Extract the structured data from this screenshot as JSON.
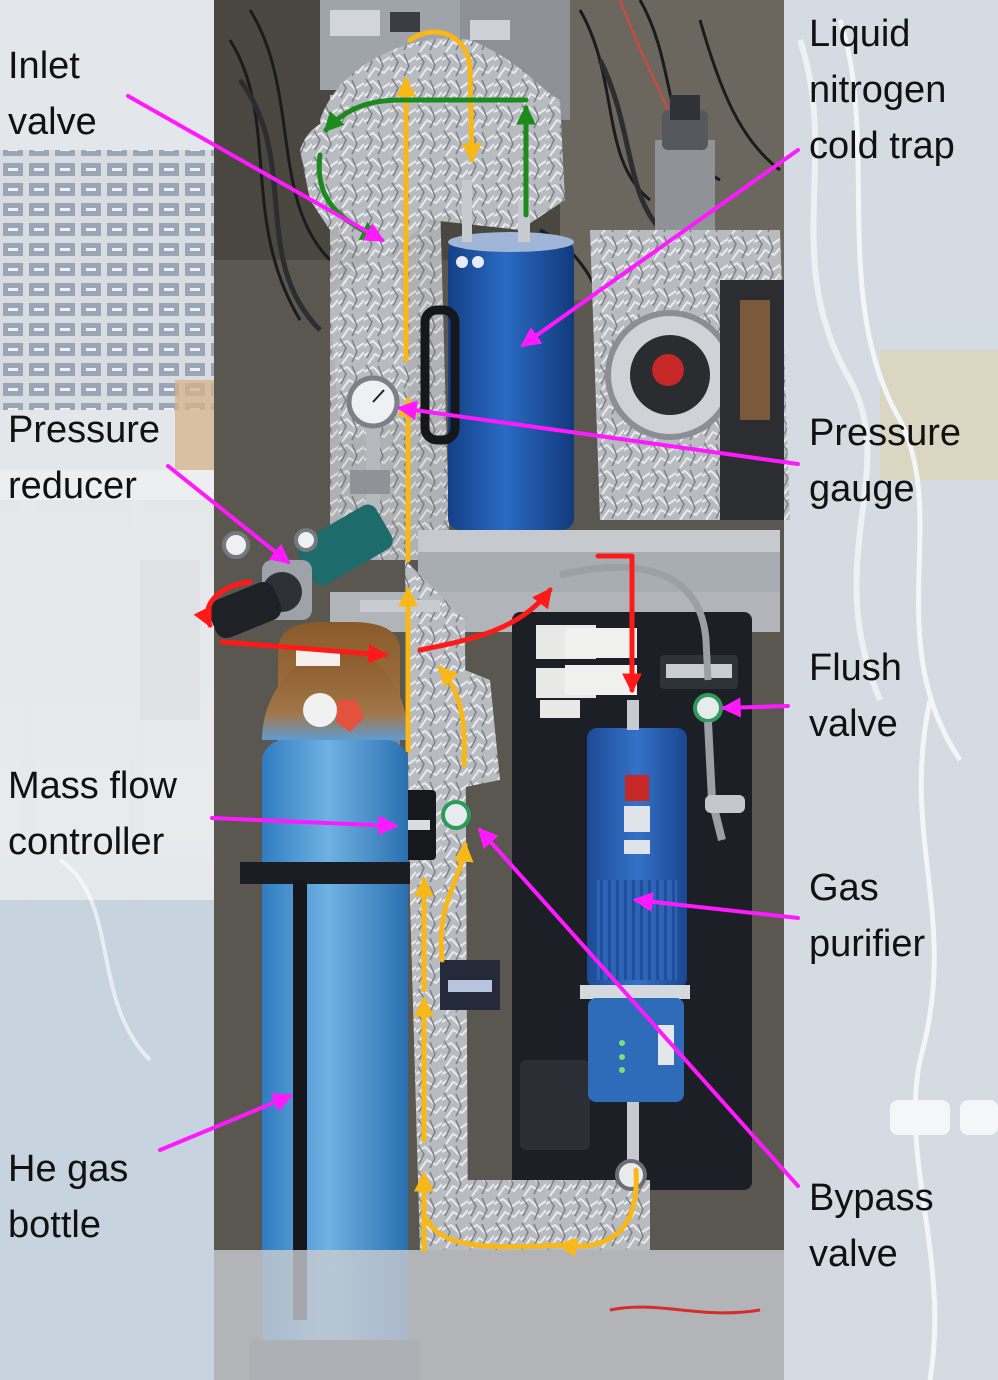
{
  "labels": {
    "inlet_valve": "Inlet\nvalve",
    "cold_trap": "Liquid\nnitrogen\ncold trap",
    "pressure_reducer": "Pressure\nreducer",
    "pressure_gauge": "Pressure\ngauge",
    "flush_valve": "Flush\nvalve",
    "mass_flow_controller": "Mass flow\ncontroller",
    "gas_purifier": "Gas\npurifier",
    "he_bottle": "He gas\nbottle",
    "bypass_valve": "Bypass\nvalve"
  },
  "colors": {
    "annotation_arrow": "#ff19ff",
    "main_gas_path": "#f7b818",
    "inlet_path": "#1d8a1d",
    "bottle_path": "#ff1a1a",
    "cold_trap_blue": "#1d53a8",
    "helium_bottle_blue": "#4a95cf",
    "purifier_blue": "#2a5fb0",
    "aluminium_foil": "#b9bcc1",
    "rack_dark": "#1c1f25"
  }
}
